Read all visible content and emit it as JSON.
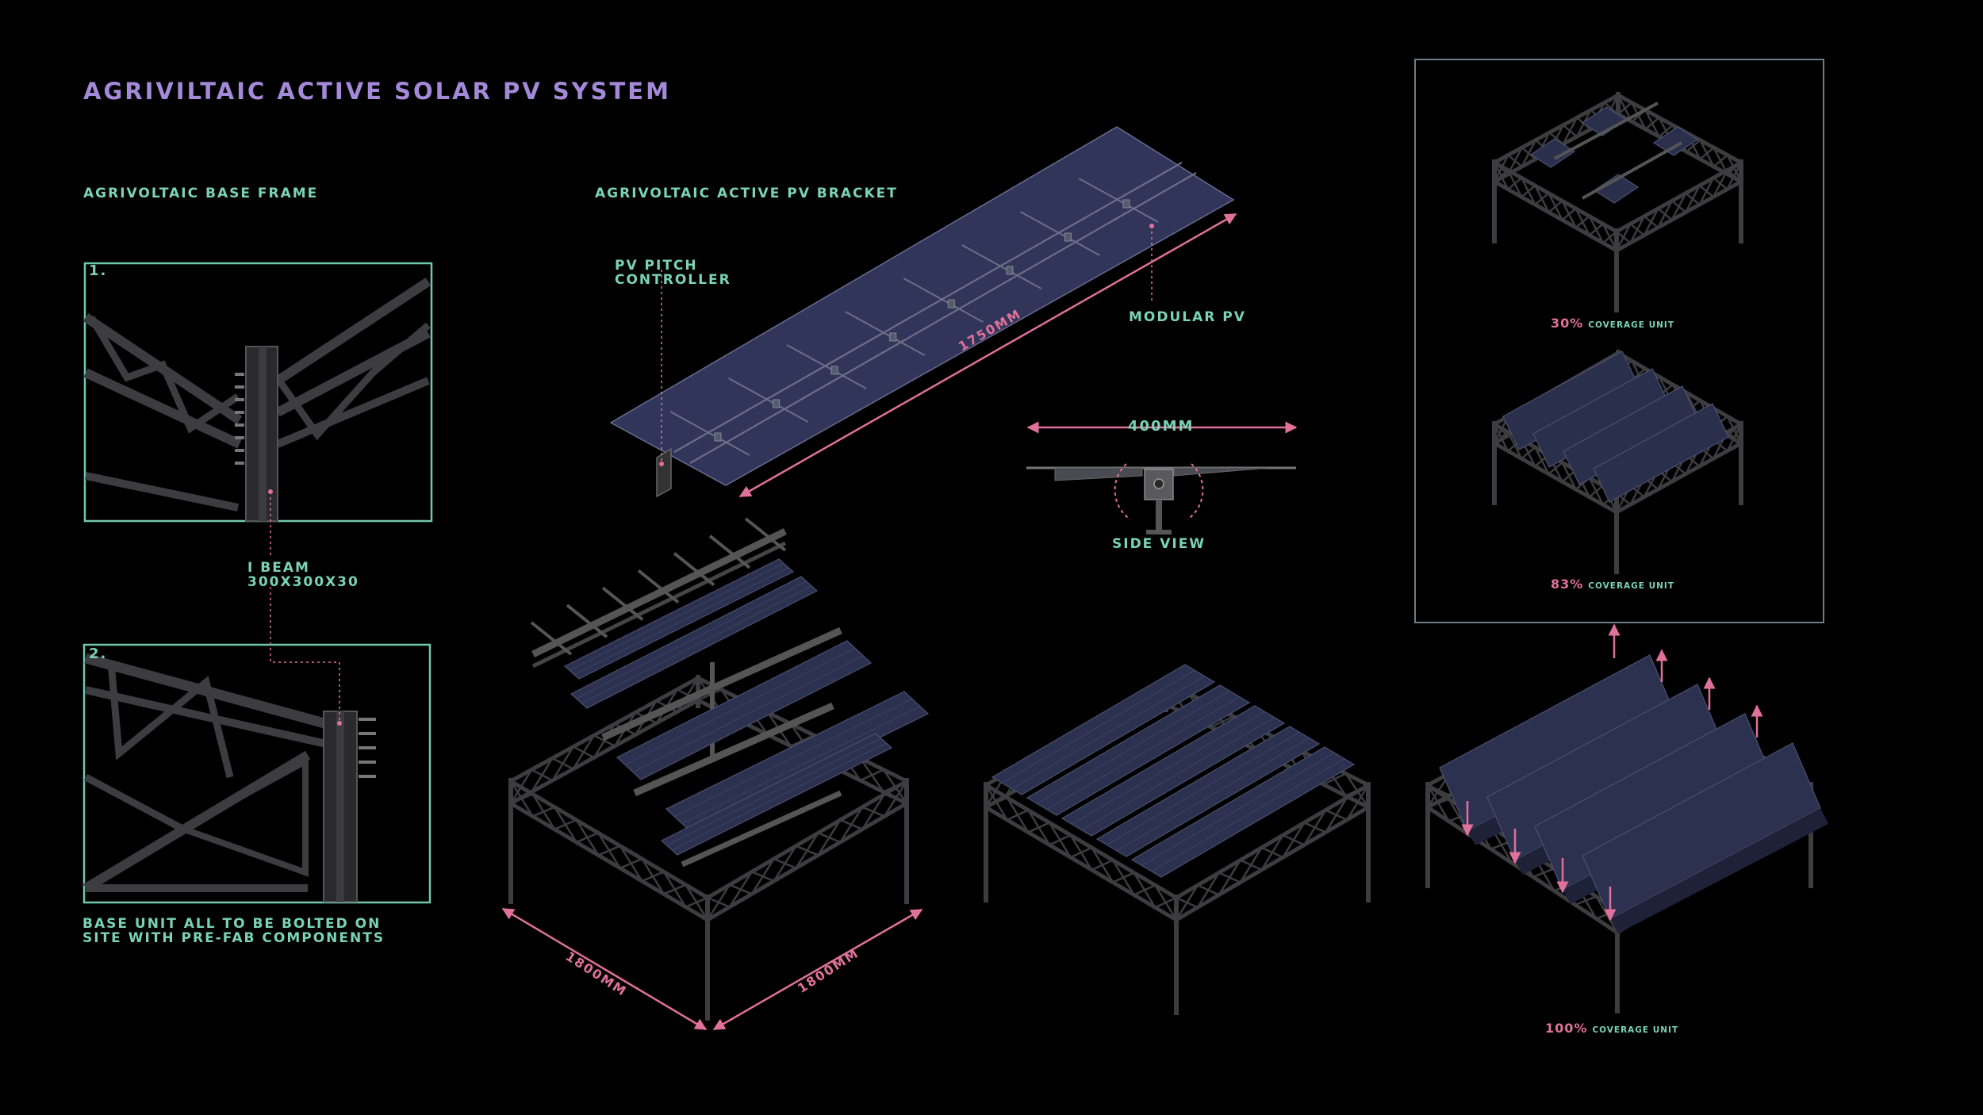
{
  "title": "AGRIVILTAIC ACTIVE SOLAR PV SYSTEM",
  "base_frame": {
    "heading": "AGRIVOLTAIC BASE FRAME",
    "panel1_number": "1.",
    "panel2_number": "2.",
    "ibeam_label": "I BEAM\n300X300X30",
    "note": "BASE UNIT ALL TO BE BOLTED ON\nSITE WITH PRE-FAB COMPONENTS"
  },
  "bracket": {
    "heading": "AGRIVOLTAIC ACTIVE PV BRACKET",
    "pitch_controller": "PV PITCH\nCONTROLLER",
    "modular_pv": "MODULAR PV",
    "length_dim": "1750MM"
  },
  "side_view": {
    "width_dim": "400MM",
    "label": "SIDE VIEW"
  },
  "assembly": {
    "dim_left": "1800MM",
    "dim_right": "1800MM"
  },
  "coverage": [
    {
      "percent": "30%",
      "label": "COVERAGE UNIT"
    },
    {
      "percent": "83%",
      "label": "COVERAGE UNIT"
    },
    {
      "percent": "100%",
      "label": "COVERAGE UNIT"
    }
  ],
  "colors": {
    "background": "#000000",
    "title": "#a489d8",
    "label": "#7ad3b6",
    "accent": "#e0719a",
    "frame": "#3d3d3f",
    "panel": "#2c3150"
  }
}
